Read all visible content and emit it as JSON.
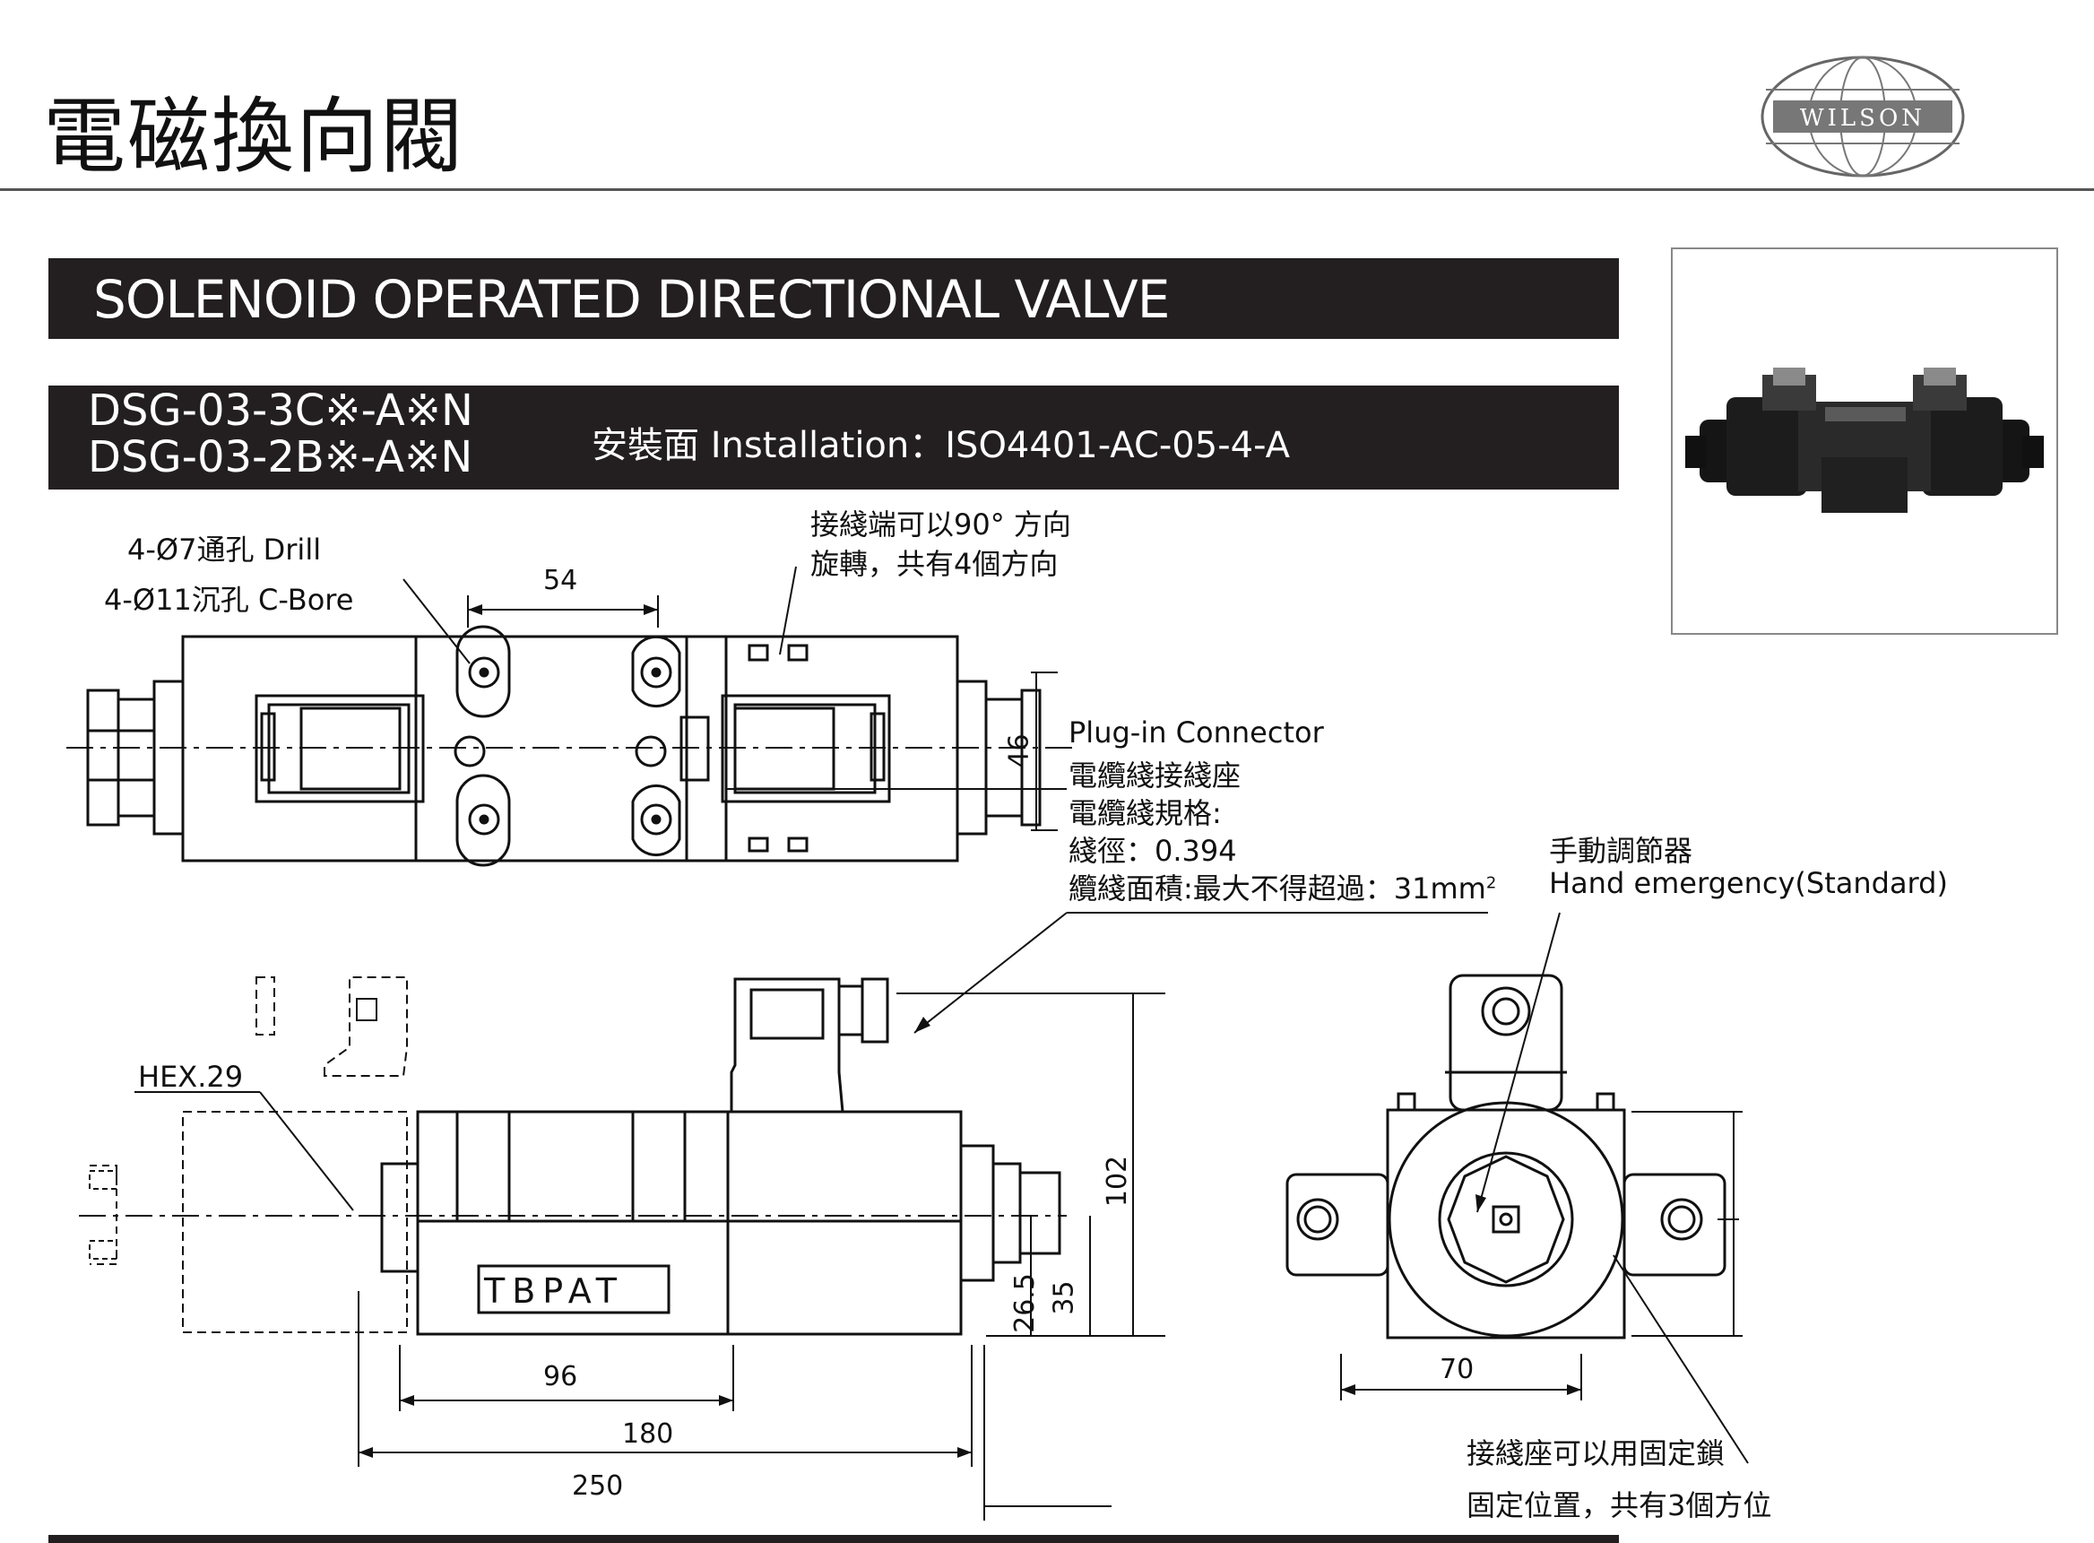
{
  "header": {
    "title": "電磁換向閥",
    "logo_text": "WILSON"
  },
  "section_title": "SOLENOID OPERATED DIRECTIONAL VALVE",
  "models": [
    "DSG-03-3C※-A※N",
    "DSG-03-2B※-A※N"
  ],
  "installation": "安裝面 Installation：ISO4401-AC-05-4-A",
  "annotations": {
    "drill": "4-Ø7通孔 Drill",
    "cbore": "4-Ø11沉孔 C-Bore",
    "terminal_line1": "接綫端可以90° 方向",
    "terminal_line2": "旋轉，共有4個方向",
    "plug_in": "Plug-in Connector",
    "cable_seat": "電纜綫接綫座",
    "cable_spec": "電纜綫規格:",
    "wire_dia": "綫徑：0.394",
    "cable_area": "纜綫面積:最大不得超過：31mm",
    "cable_area_sup": "2",
    "manual_cn": "手動調節器",
    "manual_en": "Hand emergency(Standard)",
    "hex": "HEX.29",
    "ports": "TBPAT",
    "lock_line1": "接綫座可以用固定鎖",
    "lock_line2": "固定位置，共有3個方位"
  },
  "dimensions": {
    "d54": "54",
    "d46": "46",
    "d102": "102",
    "d35": "35",
    "d26_5": "26.5",
    "d96": "96",
    "d180": "180",
    "d250": "250",
    "d70": "70"
  },
  "colors": {
    "band": "#231f20",
    "line": "#111111"
  }
}
